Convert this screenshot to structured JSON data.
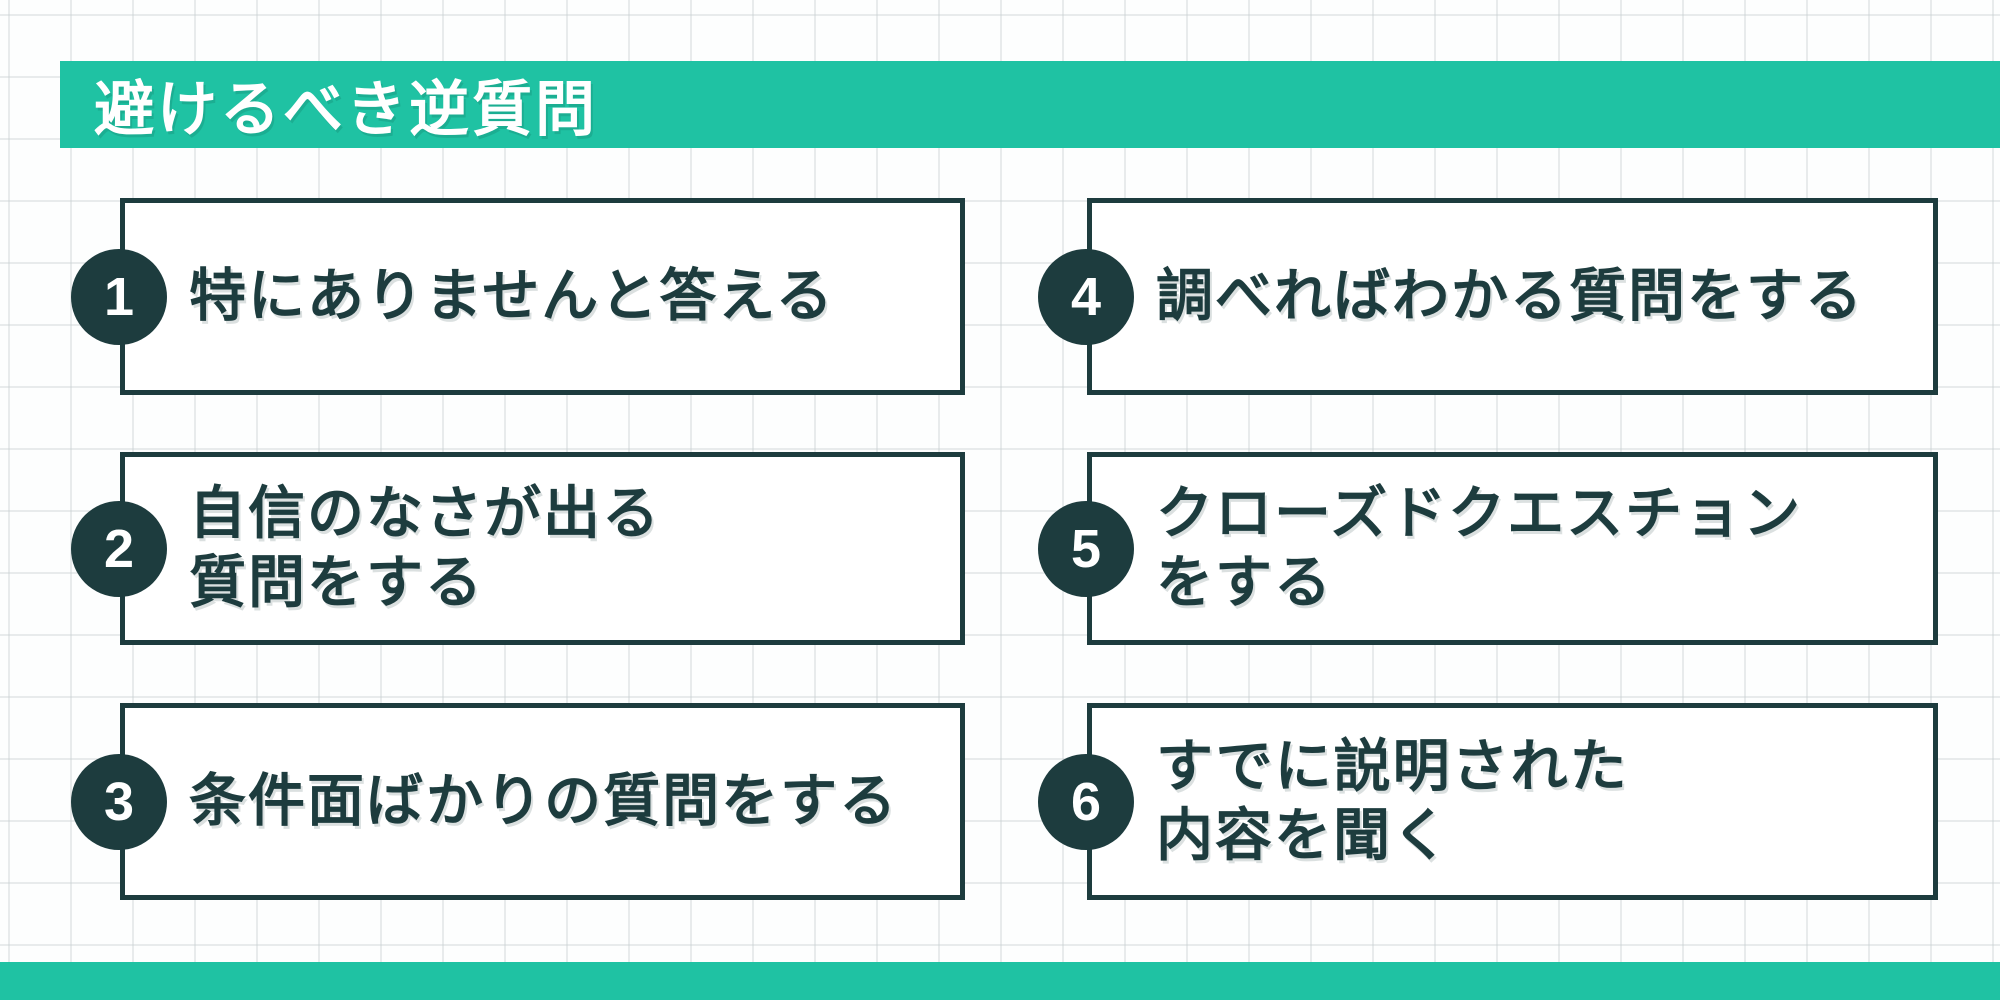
{
  "page": {
    "title": "避けるべき逆質問",
    "accent_color": "#1fc2a3",
    "dark_color": "#1d3c3e",
    "background_color": "#fdfefe"
  },
  "items": [
    {
      "number": "1",
      "text": "特にありませんと答える"
    },
    {
      "number": "2",
      "text": "自信のなさが出る\n質問をする"
    },
    {
      "number": "3",
      "text": "条件面ばかりの質問をする"
    },
    {
      "number": "4",
      "text": "調べればわかる質問をする"
    },
    {
      "number": "5",
      "text": "クローズドクエスチョン\nをする"
    },
    {
      "number": "6",
      "text": "すでに説明された\n内容を聞く"
    }
  ]
}
